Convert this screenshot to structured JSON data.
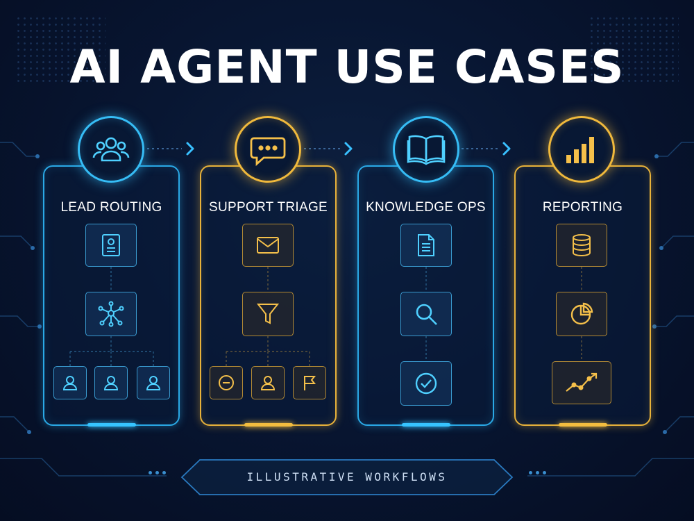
{
  "title": "AI AGENT USE CASES",
  "footer": "ILLUSTRATIVE WORKFLOWS",
  "colors": {
    "blue": "#36bdf6",
    "gold": "#f0b93c",
    "background": "#081632"
  },
  "columns": [
    {
      "label": "LEAD ROUTING",
      "accent": "blue",
      "header_icon": "people-group-icon",
      "steps": [
        "profile-card-icon",
        "network-hub-icon"
      ],
      "outputs": [
        "user-icon",
        "user-icon",
        "user-icon"
      ]
    },
    {
      "label": "SUPPORT TRIAGE",
      "accent": "gold",
      "header_icon": "chat-bubble-icon",
      "steps": [
        "envelope-icon",
        "funnel-icon"
      ],
      "outputs": [
        "minus-circle-icon",
        "user-icon",
        "flag-icon"
      ]
    },
    {
      "label": "KNOWLEDGE OPS",
      "accent": "blue",
      "header_icon": "open-book-icon",
      "steps": [
        "document-icon",
        "magnifier-icon",
        "check-circle-icon"
      ]
    },
    {
      "label": "REPORTING",
      "accent": "gold",
      "header_icon": "bar-chart-icon",
      "steps": [
        "database-icon",
        "pie-chart-icon",
        "line-chart-icon"
      ]
    }
  ]
}
